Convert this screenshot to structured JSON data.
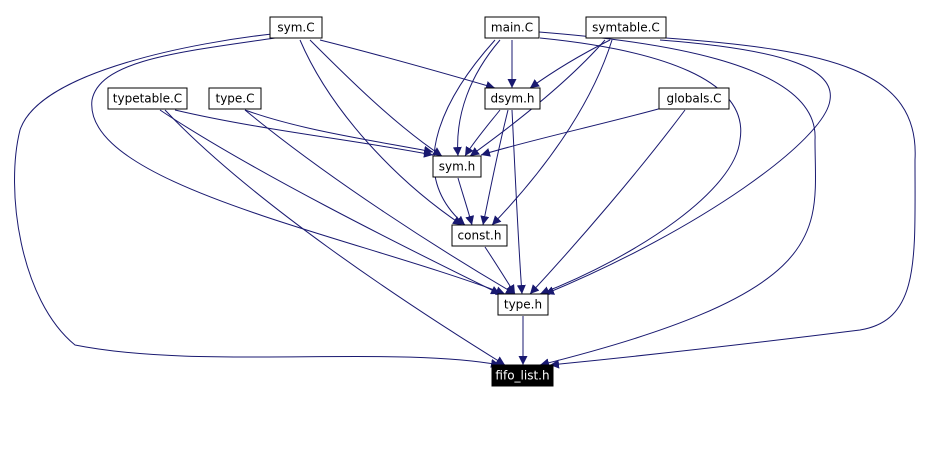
{
  "diagram": {
    "type": "include-dependency-graph",
    "edge_color": "#191970",
    "node_fill": "#ffffff",
    "node_text_color": "#000000",
    "highlight_fill": "#000000",
    "highlight_text_color": "#ffffff",
    "nodes": [
      {
        "id": "sym_C",
        "label": "sym.C",
        "slug": "sym-c",
        "highlight": false
      },
      {
        "id": "main_C",
        "label": "main.C",
        "slug": "main-c",
        "highlight": false
      },
      {
        "id": "symtable_C",
        "label": "symtable.C",
        "slug": "symtable-c",
        "highlight": false
      },
      {
        "id": "typetable_C",
        "label": "typetable.C",
        "slug": "typetable-c",
        "highlight": false
      },
      {
        "id": "type_C",
        "label": "type.C",
        "slug": "type-c",
        "highlight": false
      },
      {
        "id": "dsym_h",
        "label": "dsym.h",
        "slug": "dsym-h",
        "highlight": false
      },
      {
        "id": "globals_C",
        "label": "globals.C",
        "slug": "globals-c",
        "highlight": false
      },
      {
        "id": "sym_h",
        "label": "sym.h",
        "slug": "sym-h",
        "highlight": false
      },
      {
        "id": "const_h",
        "label": "const.h",
        "slug": "const-h",
        "highlight": false
      },
      {
        "id": "type_h",
        "label": "type.h",
        "slug": "type-h",
        "highlight": false
      },
      {
        "id": "fifo_list_h",
        "label": "fifo_list.h",
        "slug": "fifo-list-h",
        "highlight": true
      }
    ],
    "edges": [
      {
        "from": "sym_C",
        "to": "dsym_h"
      },
      {
        "from": "sym_C",
        "to": "sym_h"
      },
      {
        "from": "sym_C",
        "to": "const_h"
      },
      {
        "from": "sym_C",
        "to": "type_h"
      },
      {
        "from": "sym_C",
        "to": "fifo_list_h"
      },
      {
        "from": "main_C",
        "to": "dsym_h"
      },
      {
        "from": "main_C",
        "to": "sym_h"
      },
      {
        "from": "main_C",
        "to": "const_h"
      },
      {
        "from": "main_C",
        "to": "type_h"
      },
      {
        "from": "main_C",
        "to": "fifo_list_h"
      },
      {
        "from": "symtable_C",
        "to": "dsym_h"
      },
      {
        "from": "symtable_C",
        "to": "sym_h"
      },
      {
        "from": "symtable_C",
        "to": "const_h"
      },
      {
        "from": "symtable_C",
        "to": "type_h"
      },
      {
        "from": "symtable_C",
        "to": "fifo_list_h"
      },
      {
        "from": "typetable_C",
        "to": "sym_h"
      },
      {
        "from": "typetable_C",
        "to": "type_h"
      },
      {
        "from": "typetable_C",
        "to": "fifo_list_h"
      },
      {
        "from": "type_C",
        "to": "sym_h"
      },
      {
        "from": "type_C",
        "to": "type_h"
      },
      {
        "from": "dsym_h",
        "to": "sym_h"
      },
      {
        "from": "dsym_h",
        "to": "const_h"
      },
      {
        "from": "dsym_h",
        "to": "type_h"
      },
      {
        "from": "globals_C",
        "to": "sym_h"
      },
      {
        "from": "globals_C",
        "to": "type_h"
      },
      {
        "from": "sym_h",
        "to": "const_h"
      },
      {
        "from": "const_h",
        "to": "type_h"
      },
      {
        "from": "type_h",
        "to": "fifo_list_h"
      }
    ]
  }
}
